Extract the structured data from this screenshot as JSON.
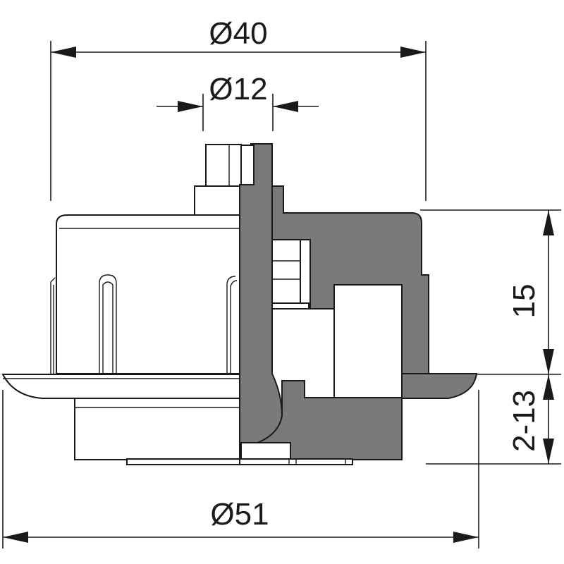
{
  "dimensions": {
    "outer_diameter_top": "Ø40",
    "inner_diameter": "Ø12",
    "outer_diameter_bottom": "Ø51",
    "height_upper": "15",
    "height_range": "2-13"
  },
  "colors": {
    "section_fill": "#7a7a7a",
    "line": "#1a1a1a",
    "background": "#ffffff"
  }
}
